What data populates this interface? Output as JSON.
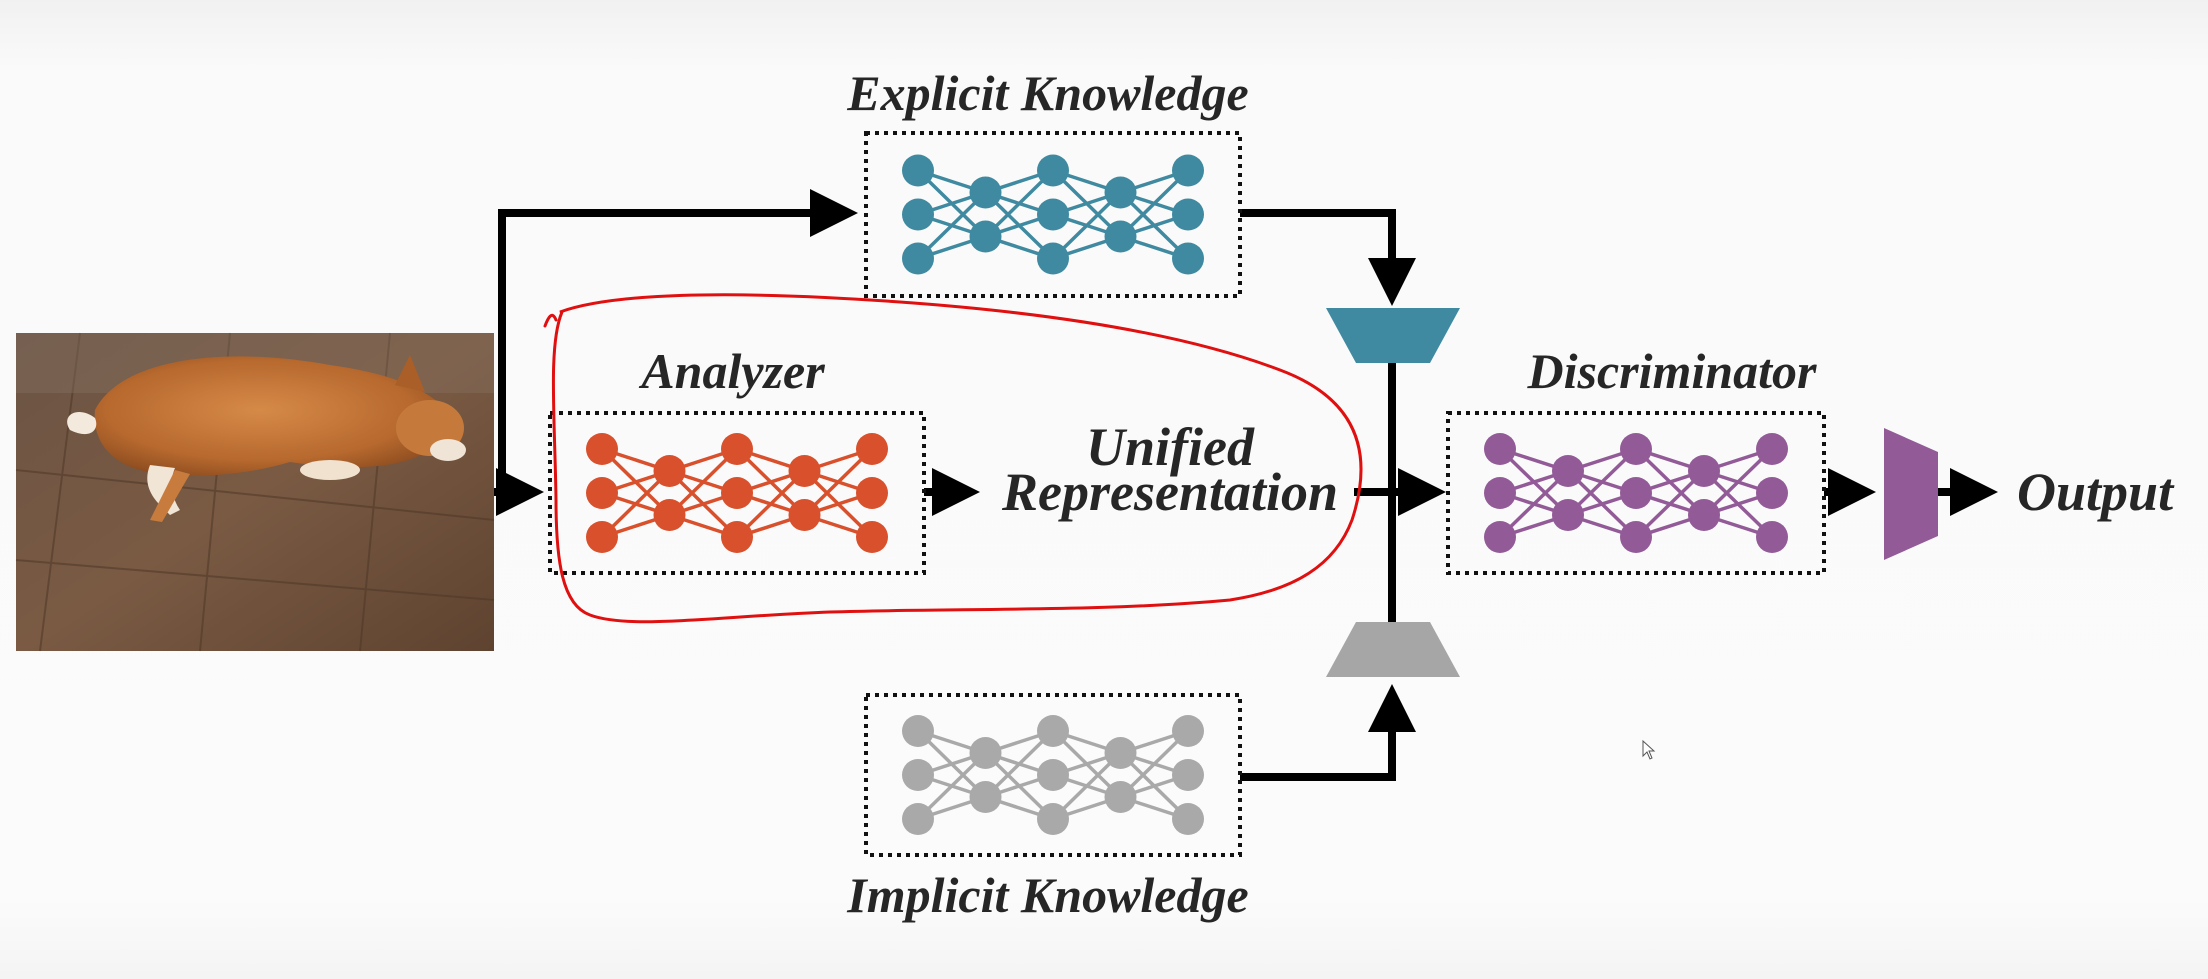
{
  "labels": {
    "explicit": "Explicit Knowledge",
    "analyzer": "Analyzer",
    "unified_line1": "Unified",
    "unified_line2": "Representation",
    "discriminator": "Discriminator",
    "output": "Output",
    "implicit": "Implicit Knowledge"
  },
  "colors": {
    "explicit_nodes": "#3f8aa0",
    "analyzer_nodes": "#d8502c",
    "discriminator_nodes": "#925b98",
    "implicit_nodes": "#a9a9a9",
    "encoder_trapezoid": "#3f8aa0",
    "implicit_trapezoid": "#a6a6a6",
    "output_trapezoid": "#925b98",
    "highlight_outline": "#e01010"
  },
  "network_layers": [
    3,
    2,
    3,
    2,
    3
  ],
  "icons": {
    "input_image": "dog-photo",
    "cursor": "mouse-pointer-icon"
  }
}
